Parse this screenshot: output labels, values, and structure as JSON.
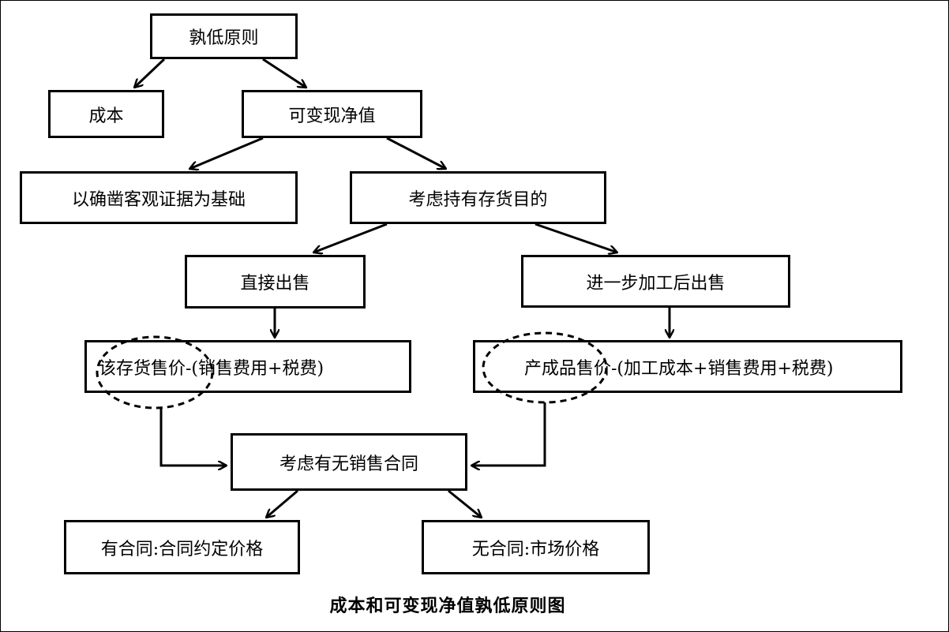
{
  "nodes": {
    "root": "孰低原则",
    "cost": "成本",
    "nrv": "可变现净值",
    "evidence": "以确凿客观证据为基础",
    "purpose": "考虑持有存货目的",
    "direct_sale": "直接出售",
    "further_processing": "进一步加工后出售",
    "formula_direct": "该存货售价-(销售费用+税费)",
    "formula_processing": "产成品售价-(加工成本+销售费用+税费)",
    "contract_check": "考虑有无销售合同",
    "with_contract": "有合同:合同约定价格",
    "without_contract": "无合同:市场价格"
  },
  "caption": "成本和可变现净值孰低原则图",
  "colors": {
    "line": "#000000",
    "background": "#ffffff"
  }
}
